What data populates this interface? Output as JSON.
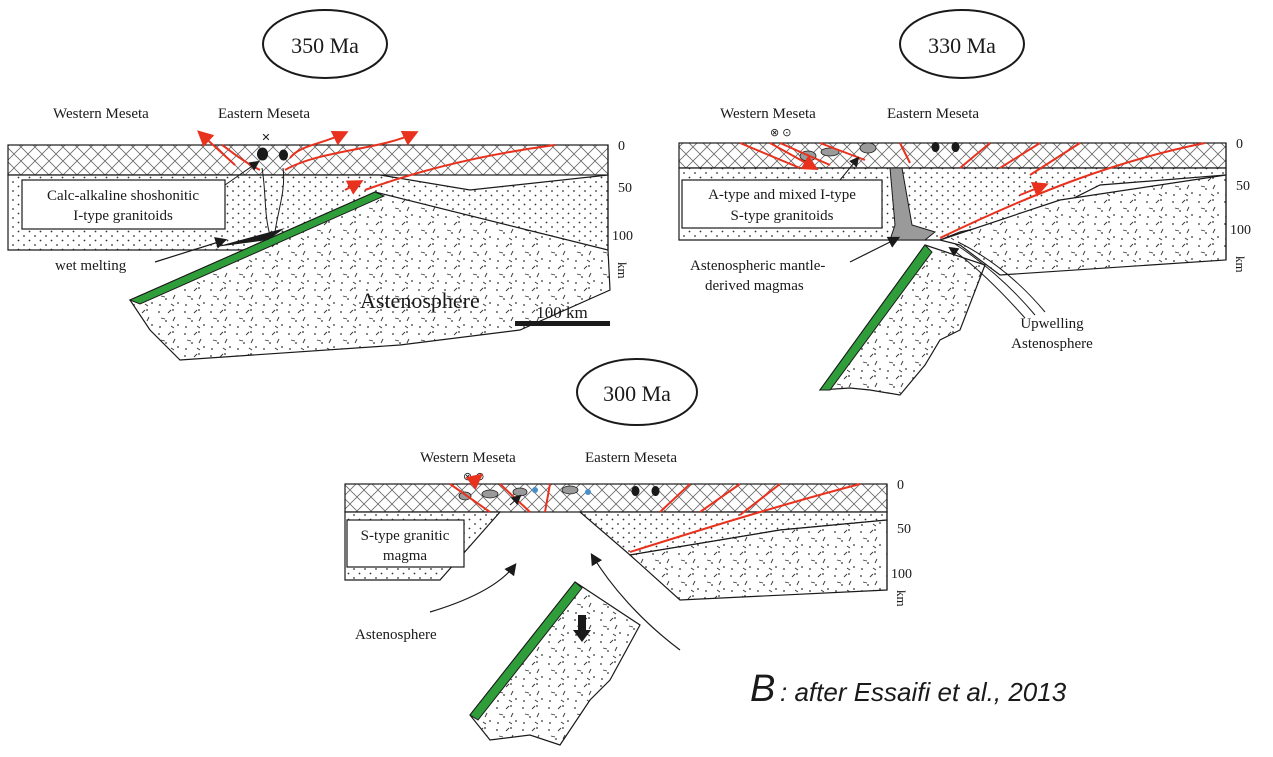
{
  "colors": {
    "fault": "#e8321e",
    "slab": "#2f9e3a",
    "magma": "#9a9a9a",
    "ink": "#1a1a1a",
    "blue_pluton": "#4a90c8"
  },
  "panels": [
    {
      "age": "350 Ma",
      "labels": {
        "west": "Western Meseta",
        "east": "Eastern Meseta",
        "box_line1": "Calc-alkaline shoshonitic",
        "box_line2": "I-type granitoids",
        "wet": "wet melting",
        "astheno": "Astenosphere"
      }
    },
    {
      "age": "330 Ma",
      "labels": {
        "west": "Western Meseta",
        "east": "Eastern Meseta",
        "box_line1": "A-type and mixed I-type",
        "box_line2": "S-type granitoids",
        "mantle1": "Astenospheric mantle-",
        "mantle2": "derived magmas",
        "upw1": "Upwelling",
        "upw2": "Astenosphere"
      },
      "depth_ticks": [
        "0",
        "50",
        "100"
      ],
      "depth_unit": "km"
    },
    {
      "age": "300 Ma",
      "labels": {
        "west": "Western Meseta",
        "east": "Eastern Meseta",
        "box_line1": "S-type granitic",
        "box_line2": "magma",
        "astheno": "Astenosphere"
      },
      "depth_ticks": [
        "0",
        "50",
        "100"
      ],
      "depth_unit": "km"
    }
  ],
  "panel1_depth_ticks": [
    "0",
    "50",
    "100"
  ],
  "panel1_depth_unit": "km",
  "scale_bar": "100 km",
  "caption": {
    "letter": "B",
    "rest": ": after Essaifi et al., 2013"
  }
}
